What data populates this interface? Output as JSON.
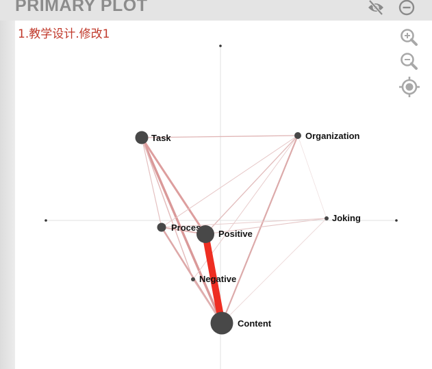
{
  "header": {
    "title": "PRIMARY PLOT"
  },
  "icons": {
    "hide": "eye-slash-icon",
    "minimize": "minus-circle-icon",
    "zoom_in": "zoom-in-icon",
    "zoom_out": "zoom-out-icon",
    "center": "crosshair-icon"
  },
  "plot": {
    "subtitle": "1.教学设计.修改1",
    "nodes": [
      {
        "id": "task",
        "label": "Task"
      },
      {
        "id": "organization",
        "label": "Organization"
      },
      {
        "id": "joking",
        "label": "Joking"
      },
      {
        "id": "process",
        "label": "Process"
      },
      {
        "id": "positive",
        "label": "Positive"
      },
      {
        "id": "negative",
        "label": "Negative"
      },
      {
        "id": "content",
        "label": "Content"
      }
    ]
  }
}
